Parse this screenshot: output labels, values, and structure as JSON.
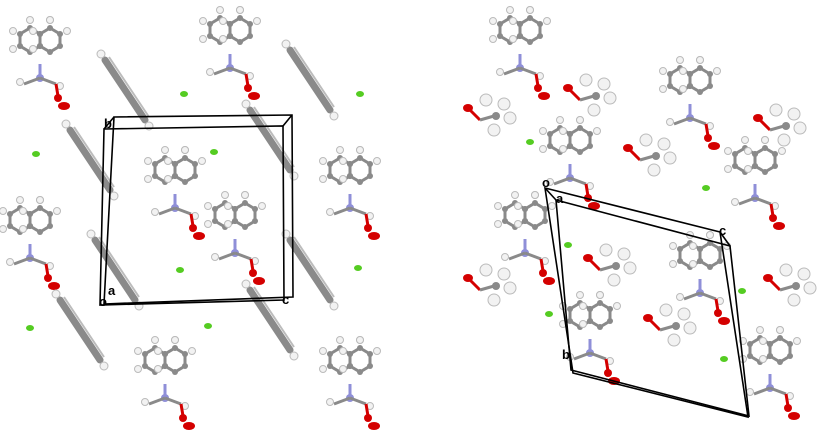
{
  "panels": [
    {
      "id": "left",
      "description": "Crystal packing viewed along a-axis",
      "axis_labels": {
        "origin": "o",
        "a": "a",
        "b": "b",
        "c": "c"
      }
    },
    {
      "id": "right",
      "description": "Crystal packing oblique view",
      "axis_labels": {
        "origin": "o",
        "a": "a",
        "b": "b",
        "c": "c"
      }
    }
  ],
  "colors": {
    "carbon": "#8a8a8a",
    "hydrogen": "#f2f2f2",
    "oxygen": "#d40000",
    "nitrogen": "#8f8fd8",
    "chlorine": "#55cc22",
    "cell": "#000000"
  }
}
